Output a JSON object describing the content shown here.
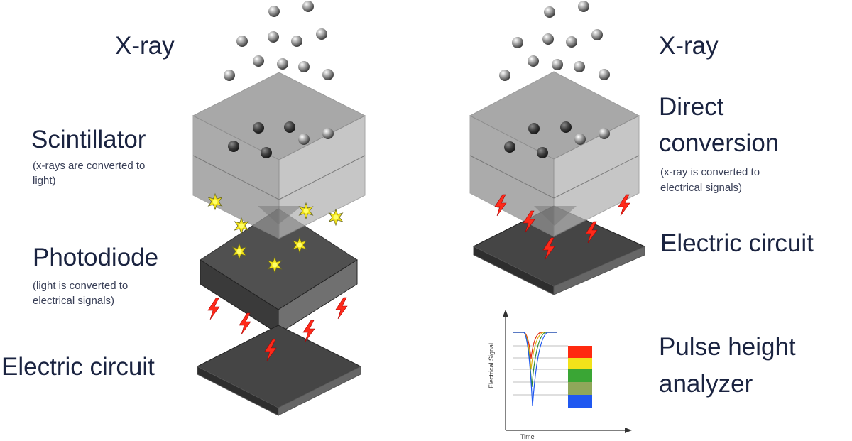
{
  "left_panel": {
    "xray_label": "X-ray",
    "scintillator_title": "Scintillator",
    "scintillator_note_1": "(x-rays are converted to",
    "scintillator_note_2": "light)",
    "photodiode_title": "Photodiode",
    "photodiode_note_1": "(light is converted to",
    "photodiode_note_2": "electrical signals)",
    "circuit_label": "Electric circuit"
  },
  "right_panel": {
    "xray_label": "X-ray",
    "direct_title_1": "Direct",
    "direct_title_2": "conversion",
    "direct_note_1": "(x-ray is converted to",
    "direct_note_2": "electrical signals)",
    "circuit_label": "Electric circuit",
    "analyzer_label_1": "Pulse height",
    "analyzer_label_2": "analyzer"
  },
  "pulse_plot": {
    "y_axis_label": "Electrical Signal",
    "x_axis_label": "Time"
  },
  "colors": {
    "text": "#1a2340",
    "spark": "#ff2a1a",
    "glow": "#f2e21a",
    "bins": [
      "#ff2a10",
      "#f2e21a",
      "#3aa635",
      "#8fa75a",
      "#1f58f0"
    ]
  }
}
